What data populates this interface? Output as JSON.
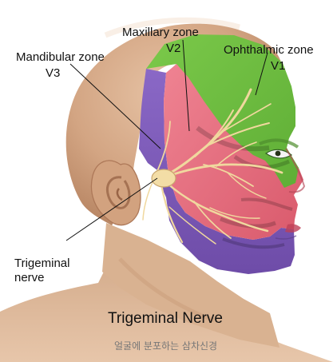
{
  "labels": {
    "maxillary_zone": "Maxillary zone",
    "maxillary_code": "V2",
    "ophthalmic_zone": "Ophthalmic zone",
    "ophthalmic_code": "V1",
    "mandibular_zone": "Mandibular zone",
    "mandibular_code": "V3",
    "trigeminal_nerve": "Trigeminal\nnerve"
  },
  "title": "Trigeminal Nerve",
  "caption": "얼굴에 분포하는 삼차신경",
  "colors": {
    "v1": "#6ebd3f",
    "v2": "#e56b7b",
    "v3": "#7854b4",
    "skin": "#d8ae8d",
    "nerve": "#f0d79e",
    "ear": "#d3a883"
  }
}
